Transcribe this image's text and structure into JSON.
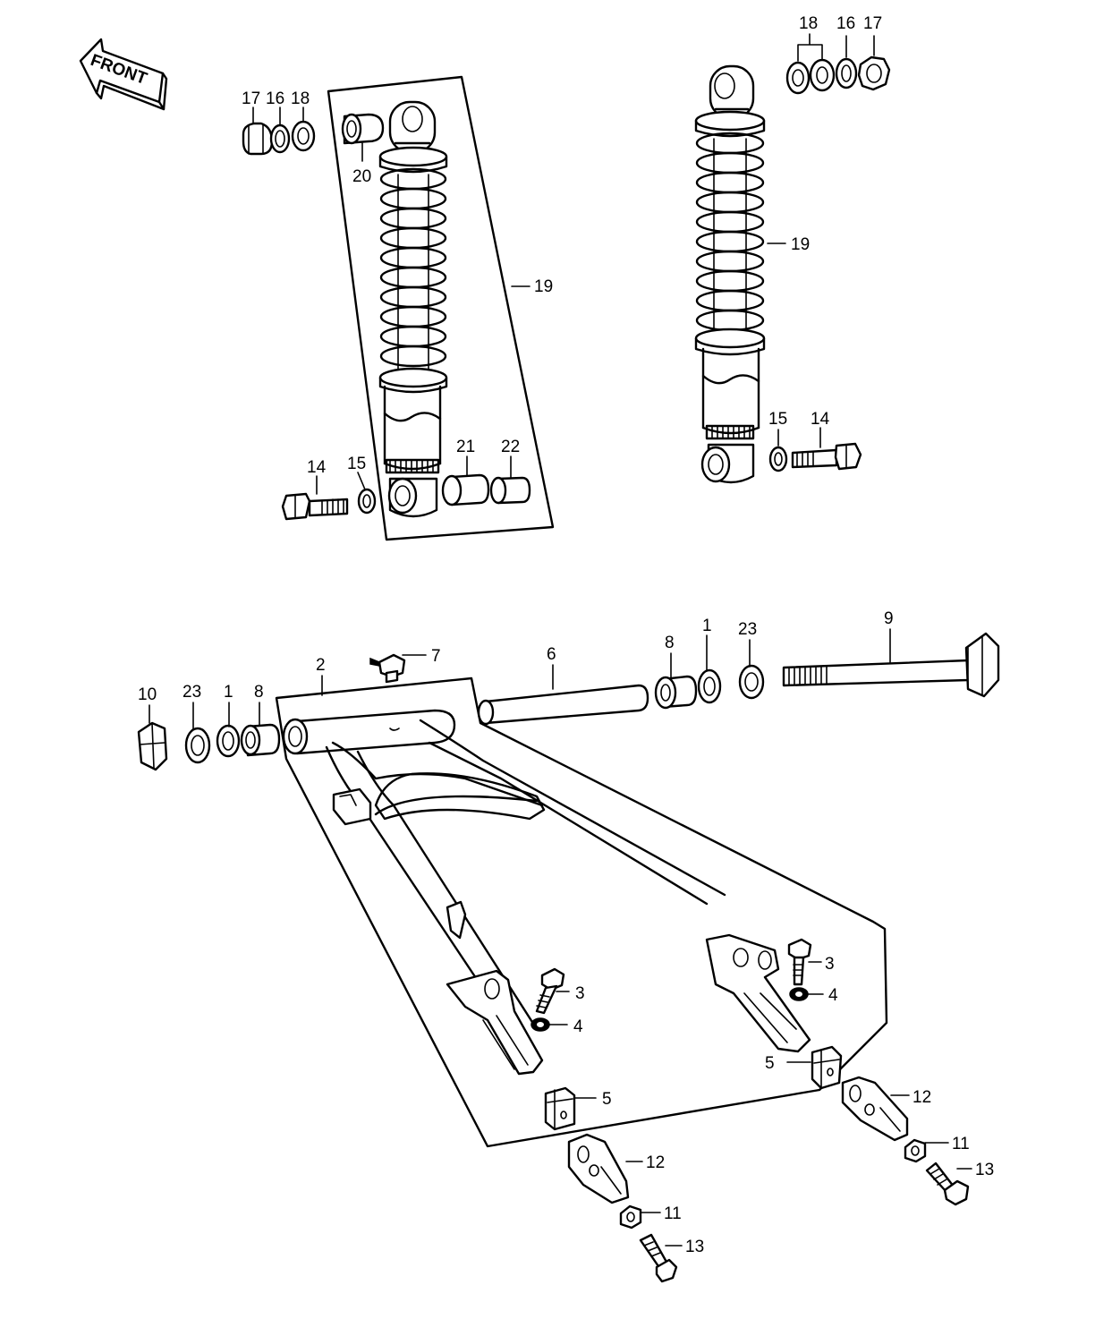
{
  "front_label": "FRONT",
  "colors": {
    "ink": "#000000",
    "paper": "#ffffff"
  },
  "part_callouts": [
    {
      "id": "left-shock-17",
      "number": "17"
    },
    {
      "id": "left-shock-16",
      "number": "16"
    },
    {
      "id": "left-shock-18",
      "number": "18"
    },
    {
      "id": "left-shock-20",
      "number": "20"
    },
    {
      "id": "left-shock-19",
      "number": "19"
    },
    {
      "id": "left-shock-14",
      "number": "14"
    },
    {
      "id": "left-shock-15",
      "number": "15"
    },
    {
      "id": "left-shock-21",
      "number": "21"
    },
    {
      "id": "left-shock-22",
      "number": "22"
    },
    {
      "id": "right-shock-18",
      "number": "18"
    },
    {
      "id": "right-shock-16",
      "number": "16"
    },
    {
      "id": "right-shock-17",
      "number": "17"
    },
    {
      "id": "right-shock-19",
      "number": "19"
    },
    {
      "id": "right-shock-15",
      "number": "15"
    },
    {
      "id": "right-shock-14",
      "number": "14"
    },
    {
      "id": "grease-nipple-7",
      "number": "7"
    },
    {
      "id": "swingarm-2",
      "number": "2"
    },
    {
      "id": "pivot-sleeve-6",
      "number": "6"
    },
    {
      "id": "bearing-right-8",
      "number": "8"
    },
    {
      "id": "seal-right-1",
      "number": "1"
    },
    {
      "id": "washer-right-23",
      "number": "23"
    },
    {
      "id": "pivot-bolt-9",
      "number": "9"
    },
    {
      "id": "nut-10",
      "number": "10"
    },
    {
      "id": "washer-left-23",
      "number": "23"
    },
    {
      "id": "seal-left-1",
      "number": "1"
    },
    {
      "id": "bearing-left-8",
      "number": "8"
    },
    {
      "id": "bolt-left-3",
      "number": "3"
    },
    {
      "id": "washer-left-4",
      "number": "4"
    },
    {
      "id": "bolt-right-3",
      "number": "3"
    },
    {
      "id": "washer-right-4",
      "number": "4"
    },
    {
      "id": "block-left-5",
      "number": "5"
    },
    {
      "id": "block-right-5",
      "number": "5"
    },
    {
      "id": "adjuster-left-12",
      "number": "12"
    },
    {
      "id": "nut-left-11",
      "number": "11"
    },
    {
      "id": "bolt-left-13",
      "number": "13"
    },
    {
      "id": "adjuster-right-12",
      "number": "12"
    },
    {
      "id": "nut-right-11",
      "number": "11"
    },
    {
      "id": "bolt-right-13",
      "number": "13"
    }
  ]
}
